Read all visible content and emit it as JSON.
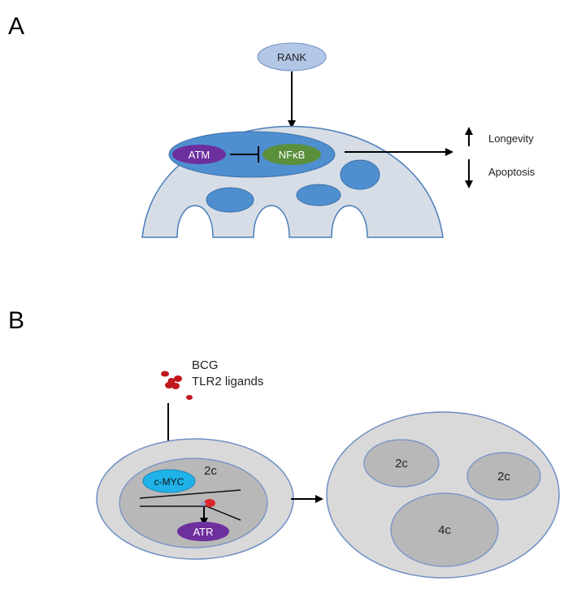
{
  "panel_a": {
    "letter": "A",
    "rank_label": "RANK",
    "atm_label": "ATM",
    "nfkb_label": "NFκB",
    "longevity_label": "Longevity",
    "apoptosis_label": "Apoptosis"
  },
  "panel_b": {
    "letter": "B",
    "bcg_label": "BCG",
    "tlr2_label": "TLR2 ligands",
    "cmyc_label": "c-MYC",
    "atr_label": "ATR",
    "nucleus_2c_label": "2c",
    "daughter_2c_a_label": "2c",
    "daughter_2c_b_label": "2c",
    "daughter_4c_label": "4c"
  },
  "colors": {
    "cell_fill": "#d6dde6",
    "cell_stroke": "#4a7ebb",
    "nucleus_fill": "#4f8fd0",
    "rank_fill": "#b3c6e6",
    "atm_fill": "#6e2f9e",
    "nfkb_fill": "#5b8f3b",
    "gray_cell": "#d9d9d9",
    "gray_nucleus": "#b8b8b8",
    "cmyc_fill": "#1fb2e8",
    "dot_red": "#c0171c"
  }
}
